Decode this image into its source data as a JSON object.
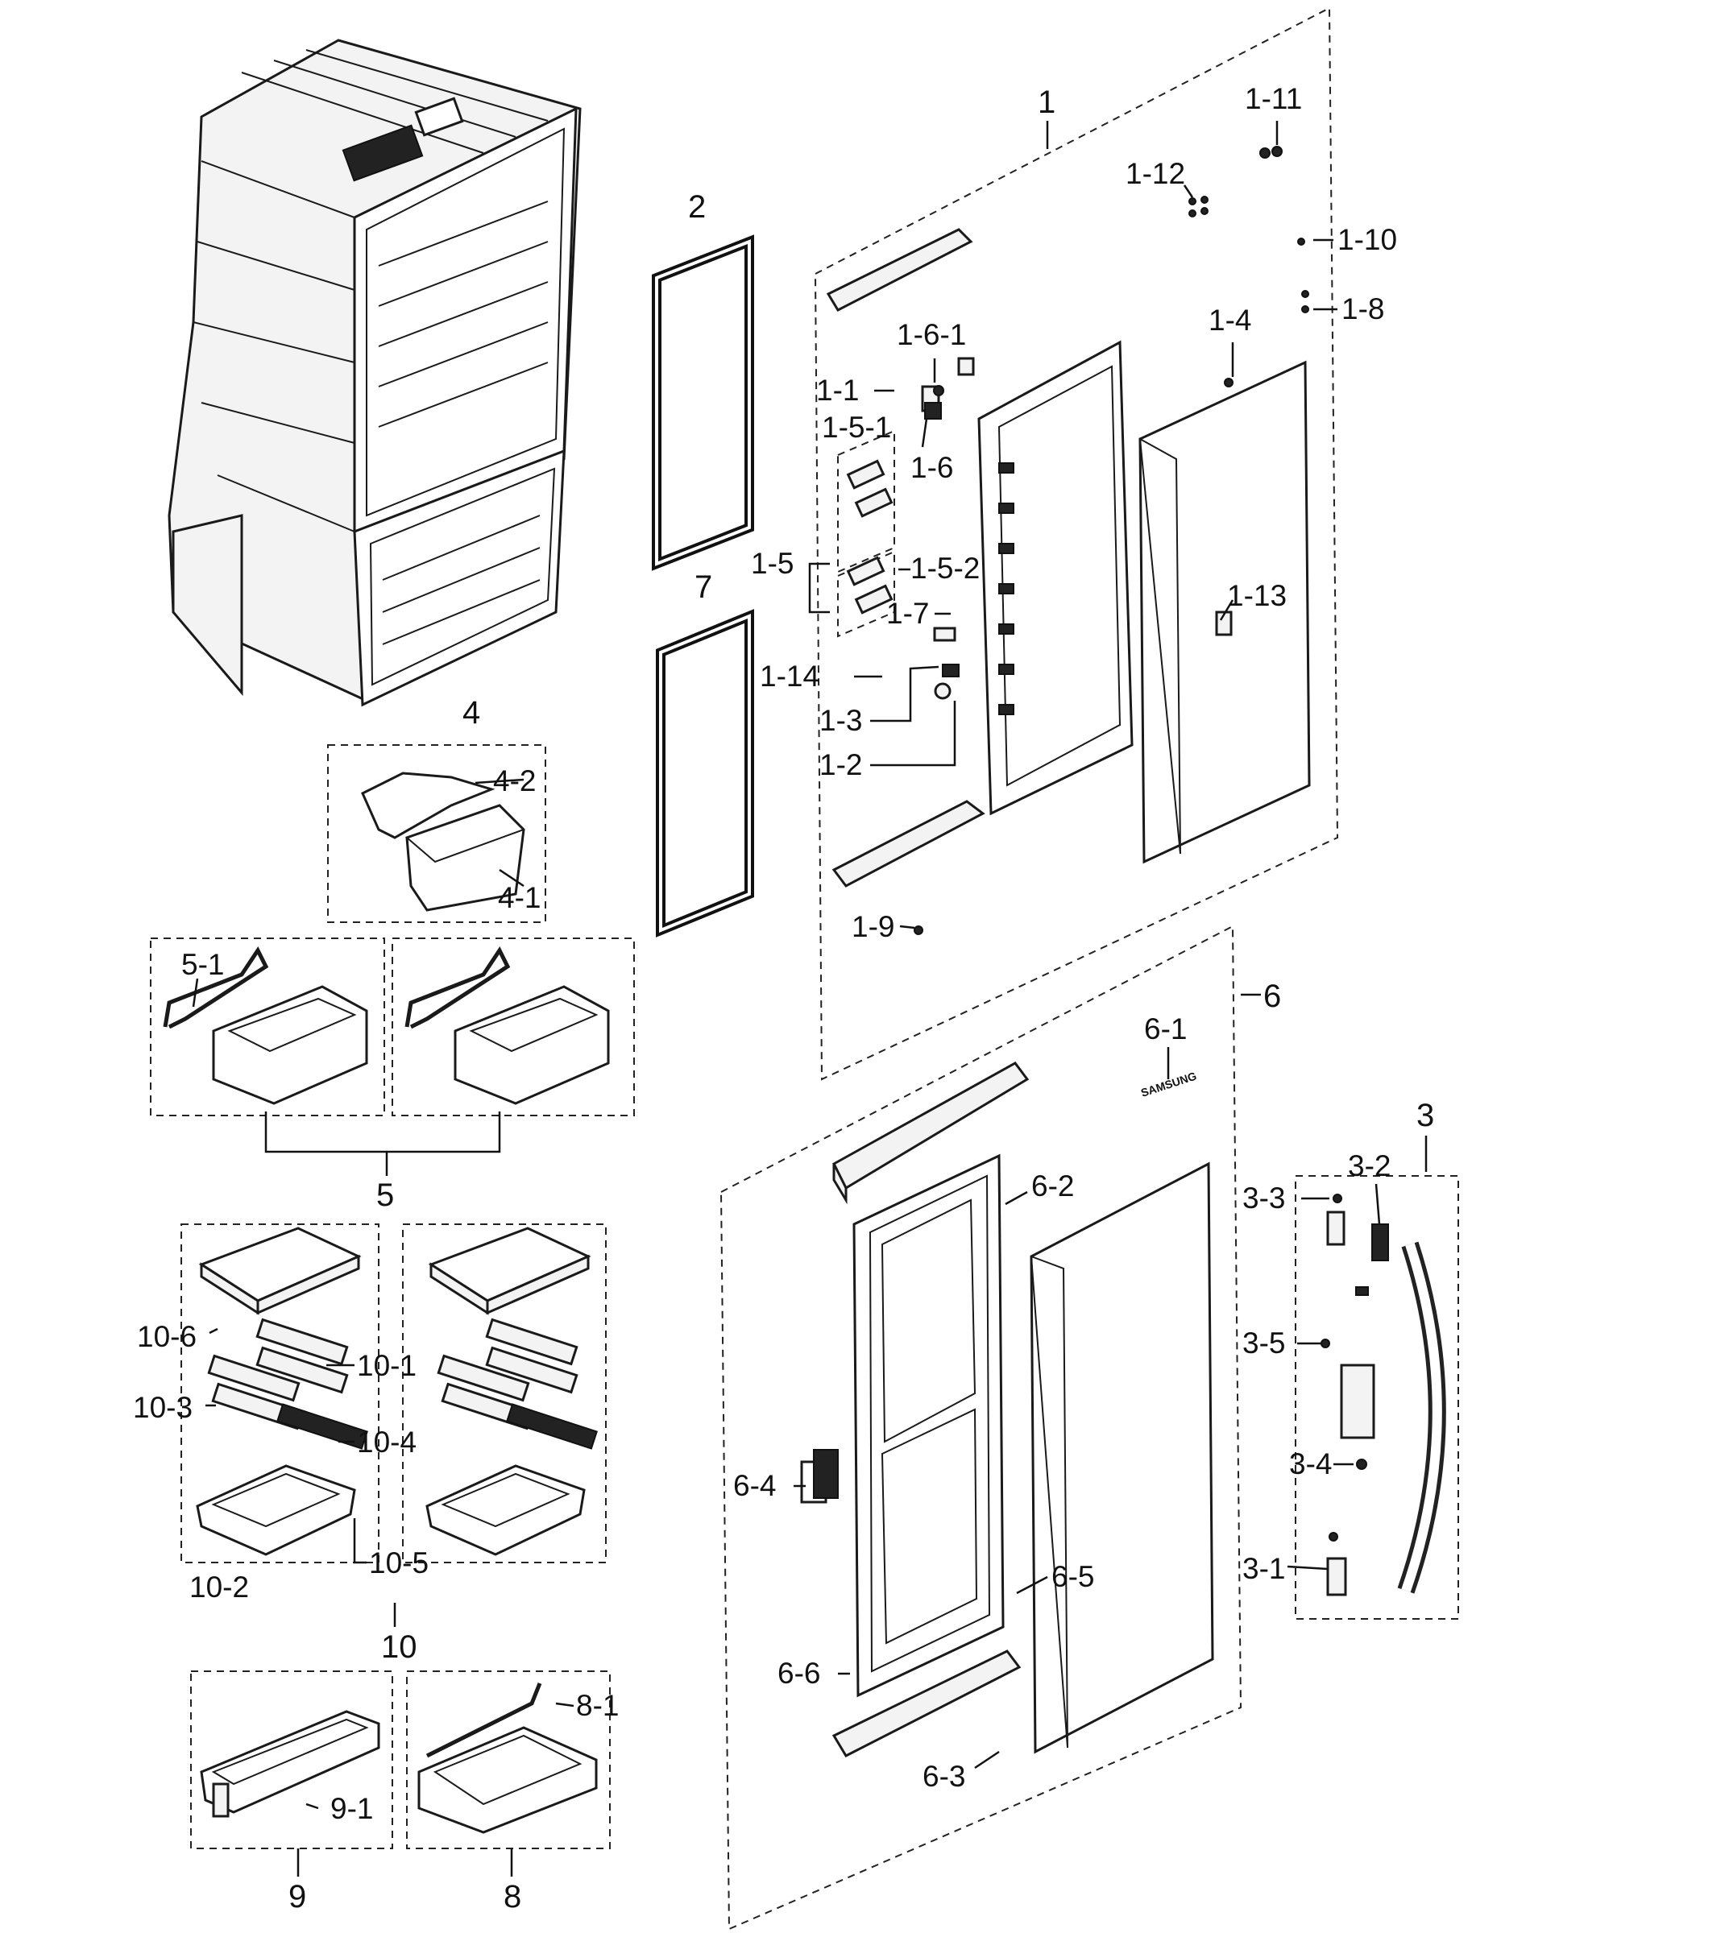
{
  "labels": {
    "l1": "1",
    "l1_1": "1-1",
    "l1_2": "1-2",
    "l1_3": "1-3",
    "l1_4": "1-4",
    "l1_5": "1-5",
    "l1_5_1": "1-5-1",
    "l1_5_2": "1-5-2",
    "l1_6": "1-6",
    "l1_6_1": "1-6-1",
    "l1_7": "1-7",
    "l1_8": "1-8",
    "l1_9": "1-9",
    "l1_10": "1-10",
    "l1_11": "1-11",
    "l1_12": "1-12",
    "l1_13": "1-13",
    "l1_14": "1-14",
    "l2": "2",
    "l3": "3",
    "l3_1": "3-1",
    "l3_2": "3-2",
    "l3_3": "3-3",
    "l3_4": "3-4",
    "l3_5": "3-5",
    "l4": "4",
    "l4_1": "4-1",
    "l4_2": "4-2",
    "l5": "5",
    "l5_1": "5-1",
    "l6": "6",
    "l6_1": "6-1",
    "l6_2": "6-2",
    "l6_3": "6-3",
    "l6_4": "6-4",
    "l6_5": "6-5",
    "l6_6": "6-6",
    "l7": "7",
    "l8": "8",
    "l8_1": "8-1",
    "l9": "9",
    "l9_1": "9-1",
    "l10": "10",
    "l10_1": "10-1",
    "l10_2": "10-2",
    "l10_3": "10-3",
    "l10_4": "10-4",
    "l10_5": "10-5",
    "l10_6": "10-6"
  },
  "logo_text": "SAMSUNG"
}
